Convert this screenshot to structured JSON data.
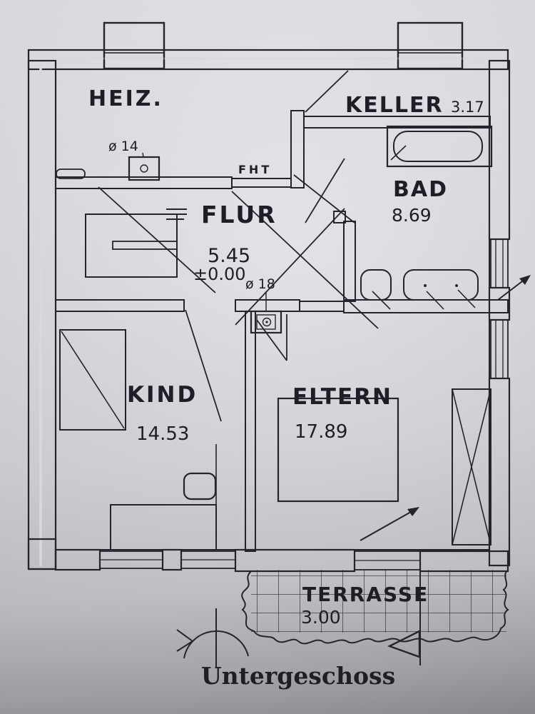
{
  "meta": {
    "caption": "Untergeschoss",
    "drawing_type": "basement floor plan, scanned blueprint"
  },
  "rooms": {
    "heiz": {
      "label": "HEIZ."
    },
    "keller": {
      "label": "KELLER",
      "area": "3.17"
    },
    "bad": {
      "label": "BAD",
      "area": "8.69"
    },
    "flur": {
      "label": "FLUR",
      "area": "5.45",
      "level": "±0.00"
    },
    "kind": {
      "label": "KIND",
      "area": "14.53"
    },
    "eltern": {
      "label": "ELTERN",
      "area": "17.89"
    },
    "terrasse": {
      "label": "TERRASSE",
      "area": "3.00"
    }
  },
  "annotations": {
    "fht": "FHT",
    "chimney_heiz": "ø 14",
    "chimney_mitte": "ø 18"
  },
  "colors": {
    "ink": "#24242c",
    "paper_top": "#e3e4ea",
    "paper_bottom": "#8e8e93"
  }
}
